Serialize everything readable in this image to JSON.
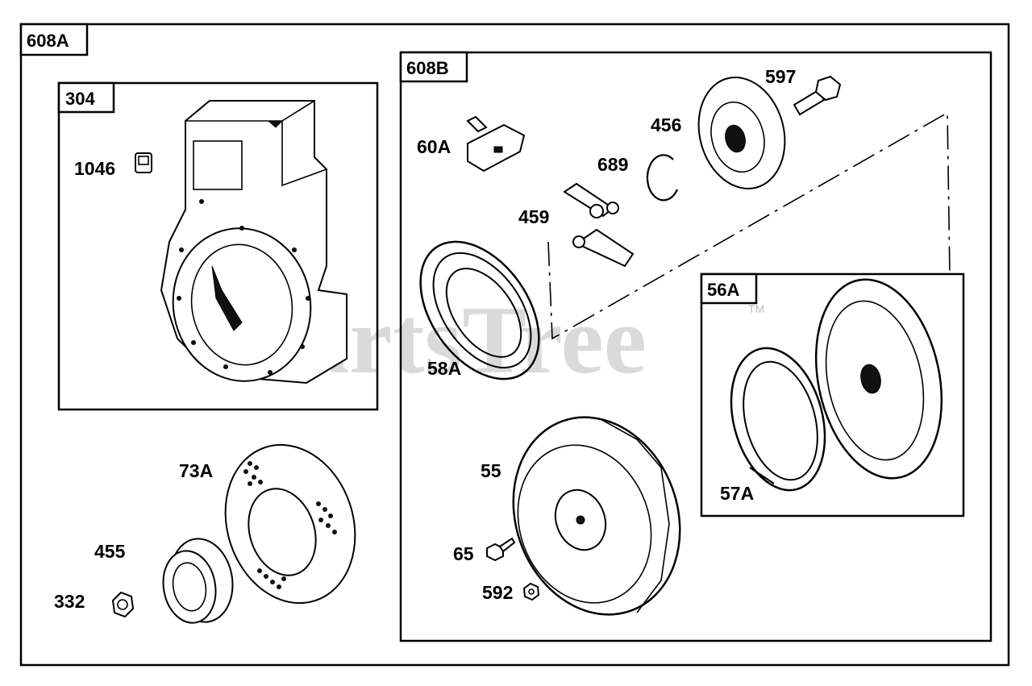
{
  "sections": {
    "outer": "608A",
    "blower": "304",
    "starter": "608B",
    "pulley": "56A"
  },
  "parts": {
    "p1046": "1046",
    "p73A": "73A",
    "p455": "455",
    "p332": "332",
    "p60A": "60A",
    "p689": "689",
    "p456": "456",
    "p597": "597",
    "p459": "459",
    "p58A": "58A",
    "p55": "55",
    "p65": "65",
    "p592": "592",
    "p57A": "57A"
  },
  "watermark": {
    "text": "PartsTree",
    "tm": "TM"
  }
}
